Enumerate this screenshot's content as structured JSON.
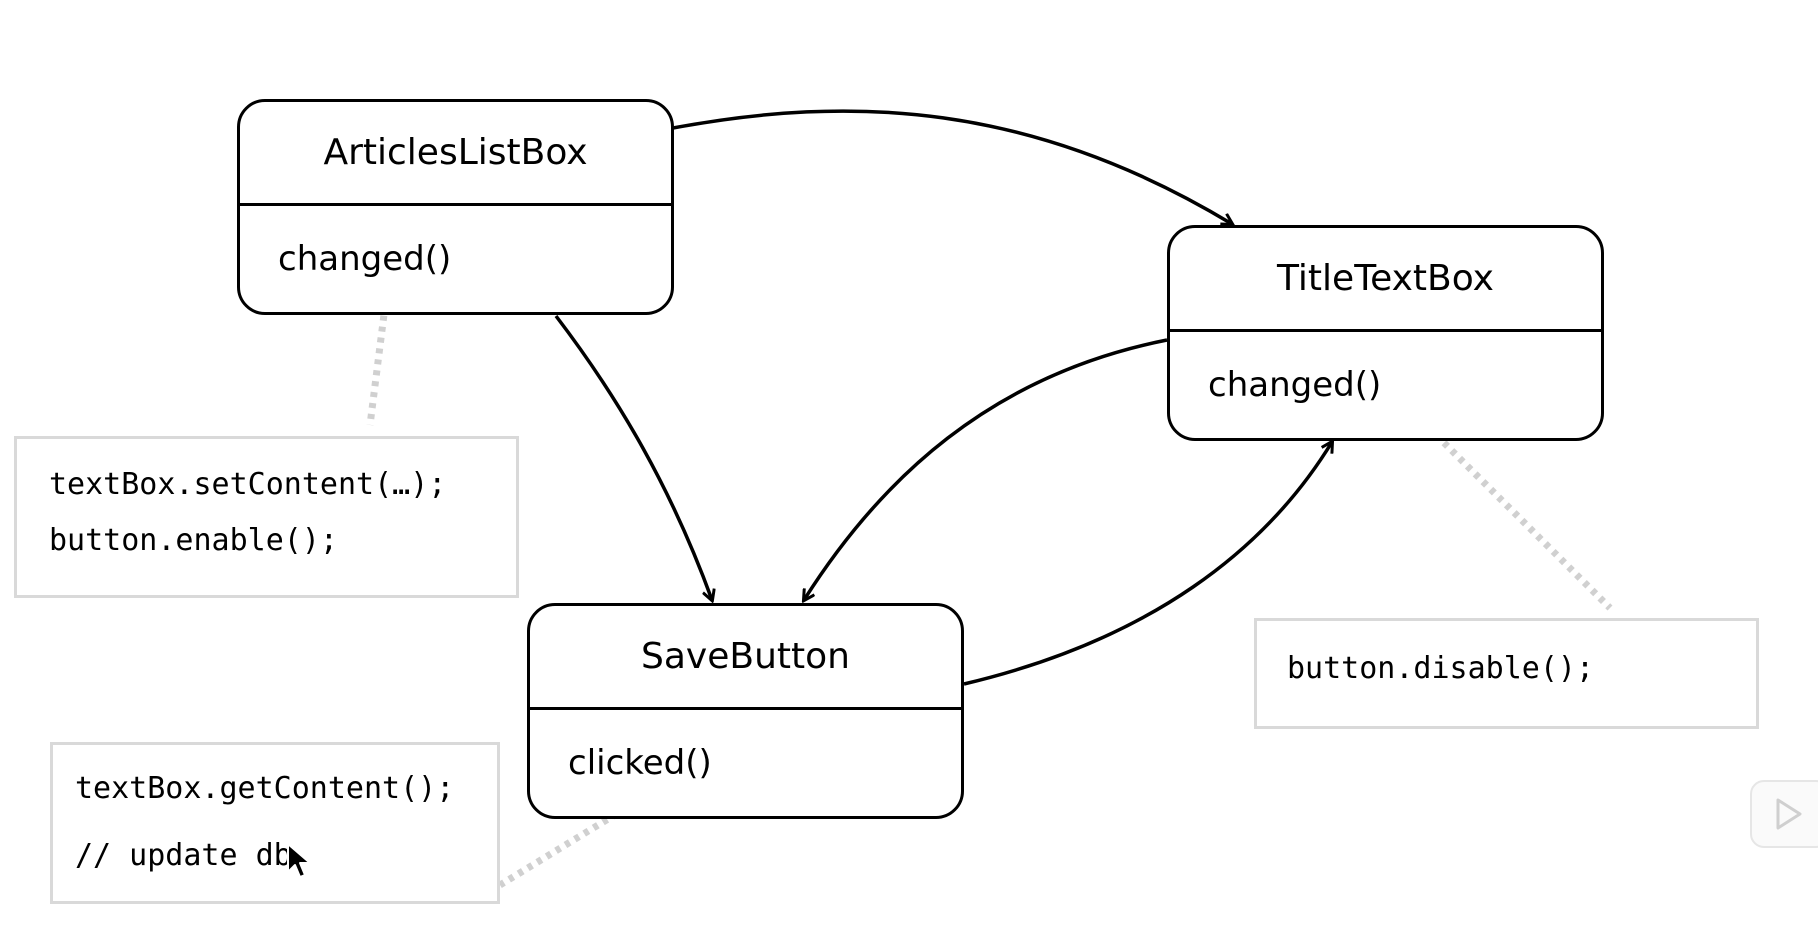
{
  "classes": [
    {
      "id": "articles",
      "title": "ArticlesListBox",
      "method": "changed()"
    },
    {
      "id": "titlebox",
      "title": "TitleTextBox",
      "method": "changed()"
    },
    {
      "id": "savebutton",
      "title": "SaveButton",
      "method": "clicked()"
    }
  ],
  "notes": [
    {
      "id": "articles-note",
      "lines": [
        "textBox.setContent(…);",
        "button.enable();"
      ]
    },
    {
      "id": "titlebox-note",
      "lines": [
        "button.disable();"
      ]
    },
    {
      "id": "savebutton-note",
      "lines": [
        "textBox.getContent();",
        "// update db"
      ]
    }
  ],
  "colors": {
    "stroke": "#000000",
    "note_border": "#d9d9d9",
    "note_connector": "#d0d0d0"
  },
  "icons": {
    "cursor": "mouse-pointer-icon",
    "player": "play-button-icon"
  }
}
